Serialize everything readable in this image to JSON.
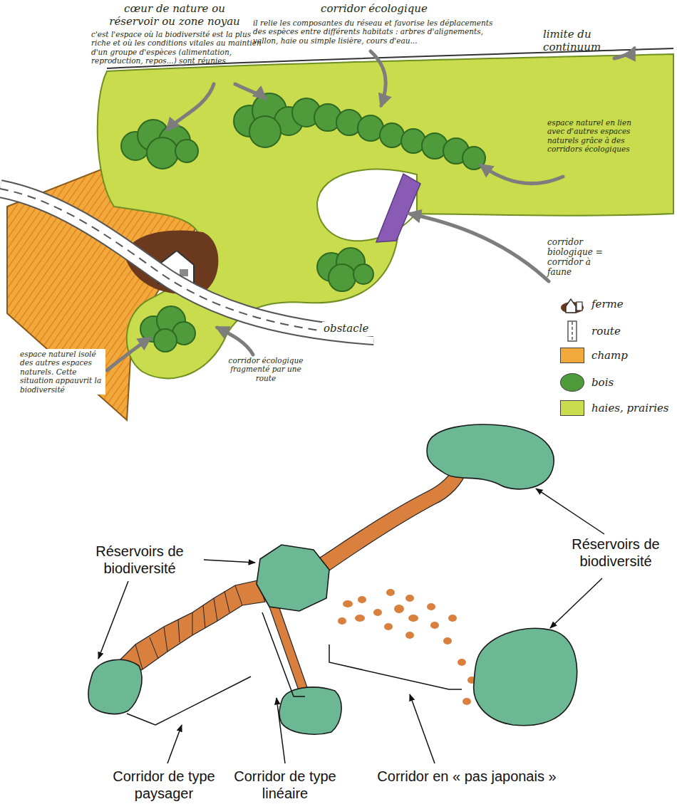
{
  "diagram": {
    "labels": [
      "cœur de nature ou réservoir ou zone noyau",
      "c'est l'espace où la biodiversité est la plus riche et où les conditions vitales au maintien d'un groupe d'espèces (alimentation, reproduction, repos...) sont réunies",
      "corridor écologique",
      "il relie les composantes du réseau et favorise les déplacements des espèces entre différents habitats : arbres d'alignements, vallon, haie ou simple lisière, cours d'eau...",
      "limite du continuum",
      "espace naturel en lien avec d'autres espaces naturels grâce à des corridors écologiques",
      "corridor biologique = corridor à faune",
      "obstacle",
      "corridor écologique fragmenté par une route",
      "espace naturel isolé des autres espaces naturels. Cette situation appauvrit la biodiversité",
      "Réservoirs de biodiversité",
      "Réservoirs de biodiversité",
      "Corridor de type paysager",
      "Corridor de type linéaire",
      "Corridor en « pas japonais »"
    ],
    "legend": [
      {
        "text": "ferme"
      },
      {
        "text": "route"
      },
      {
        "text": "champ",
        "color": "#f2a93b"
      },
      {
        "text": "bois",
        "color": "#4f9a3a"
      },
      {
        "text": "haies, prairies",
        "color": "#c9dc4e"
      }
    ]
  }
}
